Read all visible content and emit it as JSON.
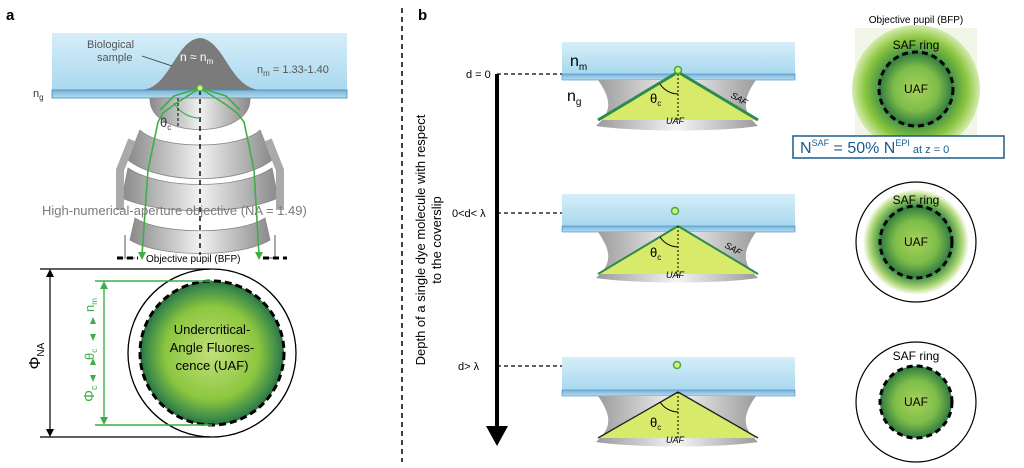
{
  "panel_a": {
    "label": "a",
    "sample_label_line1": "Biological",
    "sample_label_line2": "sample",
    "n_approx": "n ≈ n",
    "n_approx_sub": "m",
    "nm_prefix": "n",
    "nm_sub": "m",
    "nm_range": " = 1.33-1.40",
    "ng_label": "n",
    "ng_sub": "g",
    "theta_label": "θ",
    "theta_sub": "c",
    "objective_label": "High-numerical-aperture objective (NA = 1.49)",
    "pupil_label": "Objective pupil (BFP)",
    "phi_na_label": "Φ",
    "phi_na_sub": "NA",
    "phi_c_label": "Φ",
    "phi_c_sub": "c",
    "theta_c_label": "θ",
    "theta_c_sub": "c",
    "n_m_label": "n",
    "n_m_sub": "m",
    "uaf_lines": [
      "Undercritical-",
      "Angle Fluores-",
      "cence (UAF)"
    ]
  },
  "panel_b": {
    "label": "b",
    "axis_label_line1": "Depth of a single dye molecule with respect",
    "axis_label_line2": "to the coverslip",
    "pupil_header": "Objective pupil (BFP)",
    "rows": [
      {
        "depth": "d = 0",
        "saf_ring": "SAF ring",
        "uaf": "UAF",
        "saf_cone": "SAF",
        "uaf_cone": "UAF"
      },
      {
        "depth": "0<d< λ",
        "saf_ring": "SAF ring",
        "uaf": "UAF",
        "saf_cone": "SAF",
        "uaf_cone": "UAF"
      },
      {
        "depth": "d> λ",
        "saf_ring": "SAF ring",
        "uaf": "UAF",
        "uaf_cone": "UAF"
      }
    ],
    "nm_label": "n",
    "nm_sub": "m",
    "ng_label": "n",
    "ng_sub": "g",
    "theta_label": "θ",
    "theta_sub": "c",
    "formula": {
      "n1": "N",
      "sup1": "SAF",
      "eq": " =    50% N",
      "sup2": "EPI",
      "tail": "  at z = 0"
    }
  },
  "colors": {
    "medium_blue": "#bfe3f2",
    "coverslip_blue": "#8cc9ea",
    "green_ray": "#3fae49",
    "uaf_green": "#8cc63f",
    "formula_blue": "#1b5c8a"
  }
}
